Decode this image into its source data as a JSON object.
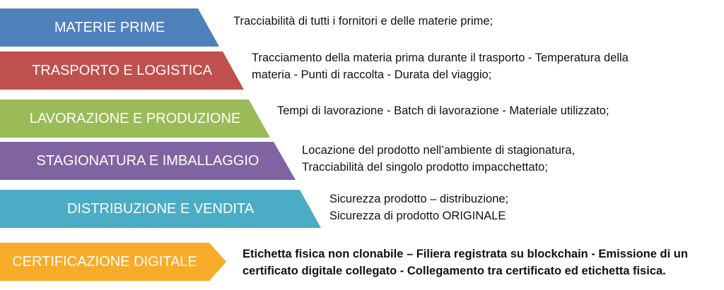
{
  "stages": [
    {
      "label": "MATERIE PRIME",
      "color": "#4f81bd",
      "desc": [
        "Tracciabilità di tutti i fornitori e delle materie prime;"
      ]
    },
    {
      "label": "TRASPORTO E LOGISTICA",
      "color": "#c0504d",
      "desc": [
        "Tracciamento della materia prima durante il trasporto - Temperatura della",
        "materia - Punti di raccolta - Durata del viaggio;"
      ]
    },
    {
      "label": "LAVORAZIONE E PRODUZIONE",
      "color": "#9bbb59",
      "desc": [
        "Tempi di lavorazione - Batch di lavorazione - Materiale utilizzato;"
      ]
    },
    {
      "label": "STAGIONATURA E IMBALLAGGIO",
      "color": "#8064a2",
      "desc": [
        "Locazione del prodotto nell’ambiente di stagionatura,",
        "Tracciabilità del singolo prodotto impacchettato;"
      ]
    },
    {
      "label": "DISTRIBUZIONE E VENDITA",
      "color": "#4bacc6",
      "desc": [
        "Sicurezza prodotto – distribuzione;",
        "Sicurezza di prodotto ORIGINALE"
      ]
    },
    {
      "label": "CERTIFICAZIONE DIGITALE",
      "color": "#f9ab2a",
      "desc": [
        "Etichetta fisica non clonabile – Filiera registrata su blockchain -  Emissione di un",
        "certificato digitale collegato -  Collegamento tra certificato ed etichetta fisica."
      ]
    }
  ]
}
